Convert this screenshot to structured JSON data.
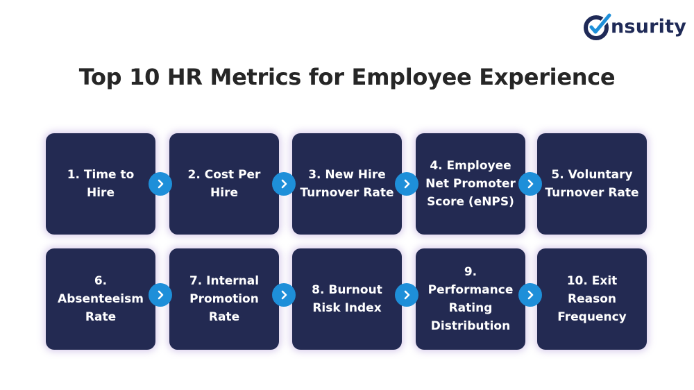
{
  "logo": {
    "text": "nsurity",
    "icon": "check-o-icon",
    "color": "#1f2a57",
    "accent": "#1e8fd9"
  },
  "title": "Top 10 HR Metrics for Employee Experience",
  "colors": {
    "card": "#232a52",
    "card_text": "#ffffff",
    "arrow": "#1e8fd9",
    "glow": "#b096d6"
  },
  "metrics": [
    {
      "label": "1. Time to\nHire"
    },
    {
      "label": "2. Cost Per\nHire"
    },
    {
      "label": "3. New Hire\nTurnover Rate"
    },
    {
      "label": "4. Employee\nNet Promoter\nScore (eNPS)"
    },
    {
      "label": "5. Voluntary\nTurnover Rate"
    },
    {
      "label": "6. Absenteeism\nRate"
    },
    {
      "label": "7. Internal\nPromotion\nRate"
    },
    {
      "label": "8. Burnout\nRisk Index"
    },
    {
      "label": "9. Performance\nRating\nDistribution"
    },
    {
      "label": "10. Exit Reason\nFrequency"
    }
  ],
  "arrow_icon": "chevron-right-icon"
}
